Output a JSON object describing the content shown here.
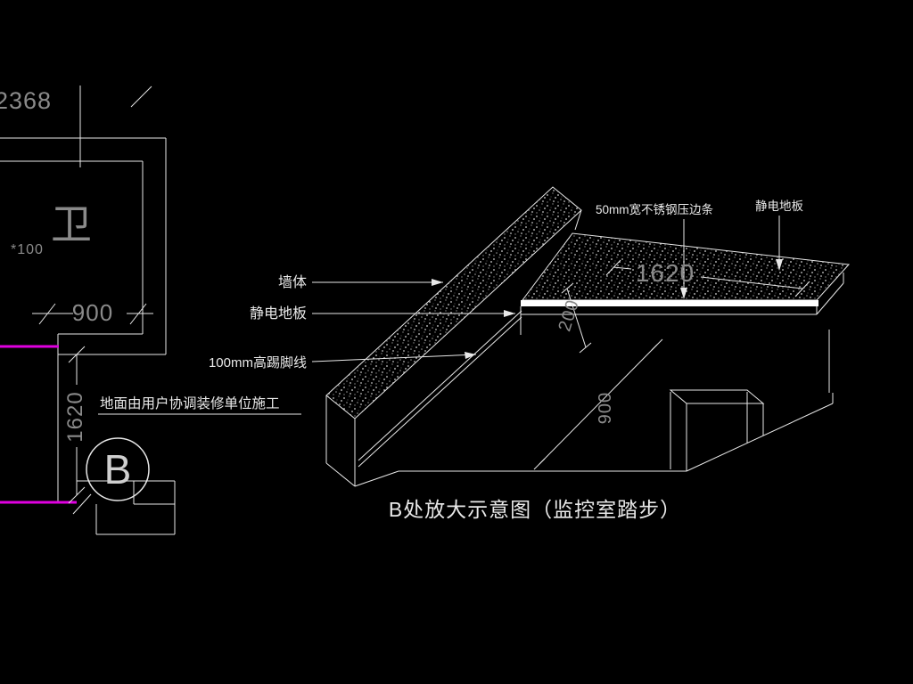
{
  "drawing": {
    "type": "cad-architectural-detail",
    "background": "#000000"
  },
  "colors": {
    "line": "#e8e8e8",
    "dim_text": "#8a8a8a",
    "label_text": "#e9e9e9",
    "magenta_accent": "#e000e0",
    "steel_strip": "#ffffff"
  },
  "plan": {
    "dim_2368": "2368",
    "room_label": "卫",
    "elev_note": "*100",
    "dim_900": "900",
    "dim_1620": "1620",
    "floor_note": "地面由用户协调装修单位施工",
    "detail_bubble": "B"
  },
  "detail": {
    "leader_wall": "墙体",
    "leader_floor": "静电地板",
    "leader_skirting": "100mm高踢脚线",
    "callout_strip": "50mm宽不锈钢压边条",
    "callout_floor": "静电地板",
    "dim_width": "1620",
    "dim_height": "200",
    "dim_depth": "900",
    "caption": "B处放大示意图（监控室踏步）"
  }
}
